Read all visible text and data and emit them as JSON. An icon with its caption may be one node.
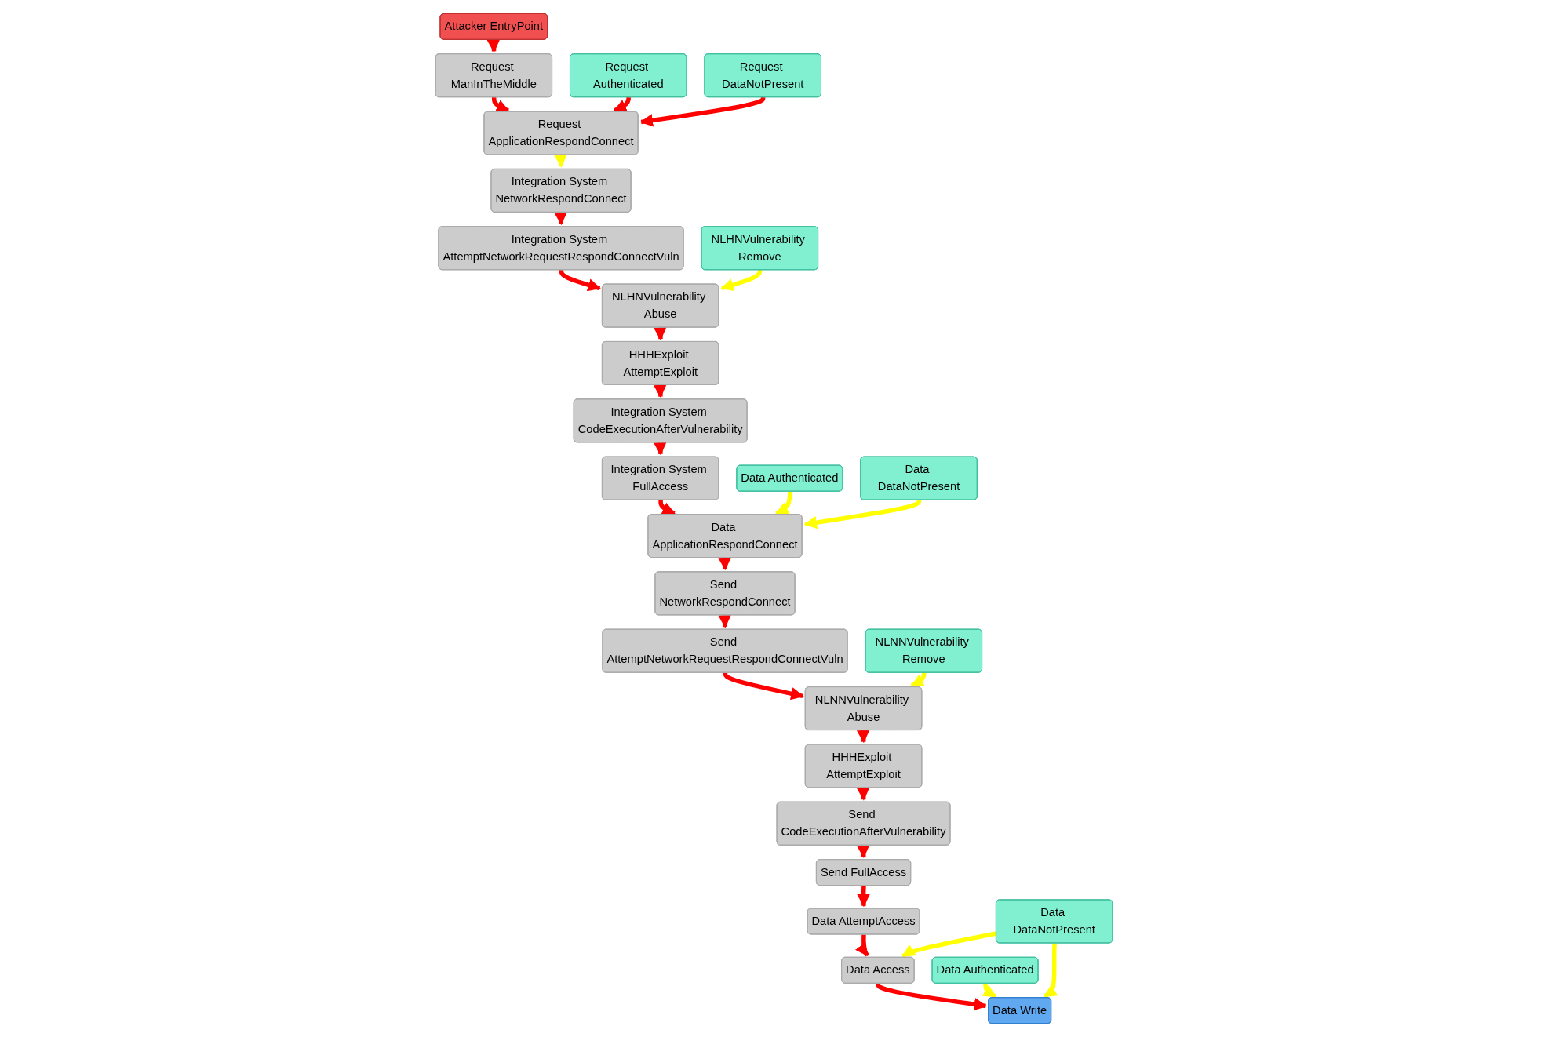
{
  "diagram": {
    "nodes": [
      {
        "text": [
          "Attacker EntryPoint"
        ]
      },
      {
        "text": [
          "Request ManInTheMiddle"
        ]
      },
      {
        "text": [
          "Request Authenticated"
        ]
      },
      {
        "text": [
          "Request ApplicationRespondConnect"
        ]
      },
      {
        "text": [
          "Request DataNotPresent"
        ]
      },
      {
        "text": [
          "Integration System NetworkRespondConnect"
        ]
      },
      {
        "text": [
          "Integration System AttemptNetworkRequestRespondConnectVuln"
        ]
      },
      {
        "text": [
          "NLHNVulnerability Abuse"
        ]
      },
      {
        "text": [
          "NLHNVulnerability Remove"
        ]
      },
      {
        "text": [
          "HHHExploit AttemptExploit"
        ]
      },
      {
        "text": [
          "Integration System CodeExecutionAfterVulnerability"
        ]
      },
      {
        "text": [
          "Integration System FullAccess"
        ]
      },
      {
        "text": [
          "Data Authenticated"
        ]
      },
      {
        "text": [
          "Data ApplicationRespondConnect"
        ]
      },
      {
        "text": [
          "Data DataNotPresent"
        ]
      },
      {
        "text": [
          "Send NetworkRespondConnect"
        ]
      },
      {
        "text": [
          "Send AttemptNetworkRequestRespondConnectVuln"
        ]
      },
      {
        "text": [
          "NLNNVulnerability Abuse"
        ]
      },
      {
        "text": [
          "NLNNVulnerability Remove"
        ]
      },
      {
        "text": [
          "HHHExploit AttemptExploit"
        ]
      },
      {
        "text": [
          "Send CodeExecutionAfterVulnerability"
        ]
      },
      {
        "text": [
          "Send FullAccess"
        ]
      },
      {
        "text": [
          "Data AttemptAccess"
        ]
      },
      {
        "text": [
          "Data Access"
        ]
      },
      {
        "text": [
          "Data Authenticated"
        ]
      },
      {
        "text": [
          "Data DataNotPresent"
        ]
      },
      {
        "text": [
          "Data Write"
        ]
      }
    ],
    "edges": [
      {
        "from": 0,
        "to": 1,
        "arrow": "to"
      },
      {
        "from": 1,
        "to": 3,
        "arrow": "to"
      },
      {
        "from": 2,
        "to": 3,
        "arrow": "to"
      },
      {
        "from": 4,
        "to": 3,
        "arrow": "to"
      },
      {
        "from": 3,
        "to": 5,
        "arrow": "to",
        "color": "#ffff00"
      },
      {
        "from": 5,
        "to": 6,
        "arrow": "to"
      },
      {
        "from": 6,
        "to": 7,
        "arrow": "to"
      },
      {
        "from": 8,
        "to": 7,
        "arrow": "to",
        "color": "#ffff00"
      },
      {
        "from": 7,
        "to": 9,
        "arrow": "to"
      },
      {
        "from": 9,
        "to": 10,
        "arrow": "to"
      },
      {
        "from": 10,
        "to": 11,
        "arrow": "to"
      },
      {
        "from": 11,
        "to": 13,
        "arrow": "to"
      },
      {
        "from": 12,
        "to": 13,
        "arrow": "to",
        "color": "#ffff00"
      },
      {
        "from": 14,
        "to": 13,
        "arrow": "to",
        "color": "#ffff00"
      },
      {
        "from": 13,
        "to": 15,
        "arrow": "to"
      },
      {
        "from": 15,
        "to": 16,
        "arrow": "to"
      },
      {
        "from": 16,
        "to": 17,
        "arrow": "to"
      },
      {
        "from": 18,
        "to": 17,
        "arrow": "to",
        "color": "#ffff00"
      },
      {
        "from": 17,
        "to": 19,
        "arrow": "to"
      },
      {
        "from": 19,
        "to": 20,
        "arrow": "to"
      },
      {
        "from": 20,
        "to": 21,
        "arrow": "to"
      },
      {
        "from": 21,
        "to": 22,
        "arrow": "to"
      },
      {
        "from": 22,
        "to": 23,
        "arrow": "to"
      },
      {
        "from": 23,
        "to": 26,
        "arrow": "to"
      },
      {
        "from": 24,
        "to": 26,
        "arrow": "to",
        "color": "#ffff00"
      },
      {
        "from": 25,
        "to": 26,
        "arrow": "to",
        "color": "#ffff00"
      },
      {
        "from": 25,
        "to": 23,
        "arrow": "to",
        "color": "#ffff00"
      }
    ]
  }
}
